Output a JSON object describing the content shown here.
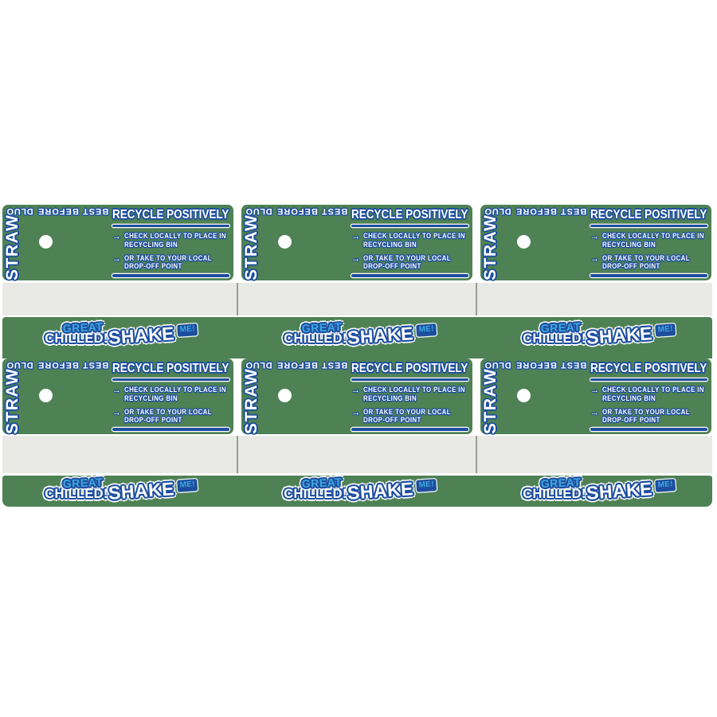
{
  "colors": {
    "panel_green": "#4e8154",
    "crease_gray": "#e9e9e6",
    "brand_dark_blue": "#1d4e9e",
    "brand_light_blue": "#3fa8e1",
    "background_white": "#ffffff"
  },
  "flap": {
    "dluo": "DLUO",
    "best_before": "BEST BEFORE",
    "straw": "STRAW",
    "recycle_heading": "RECYCLE POSITIVELY",
    "arrow": "→",
    "bullets": [
      {
        "line1": "CHECK LOCALLY TO PLACE IN",
        "line2": "RECYCLING BIN"
      },
      {
        "line1": "OR TAKE TO YOUR LOCAL",
        "line2": "DROP-OFF POINT"
      }
    ]
  },
  "band": {
    "great": "GREAT",
    "chilled": "CHILLED!",
    "shake": "SHAKE",
    "me": "ME!"
  }
}
